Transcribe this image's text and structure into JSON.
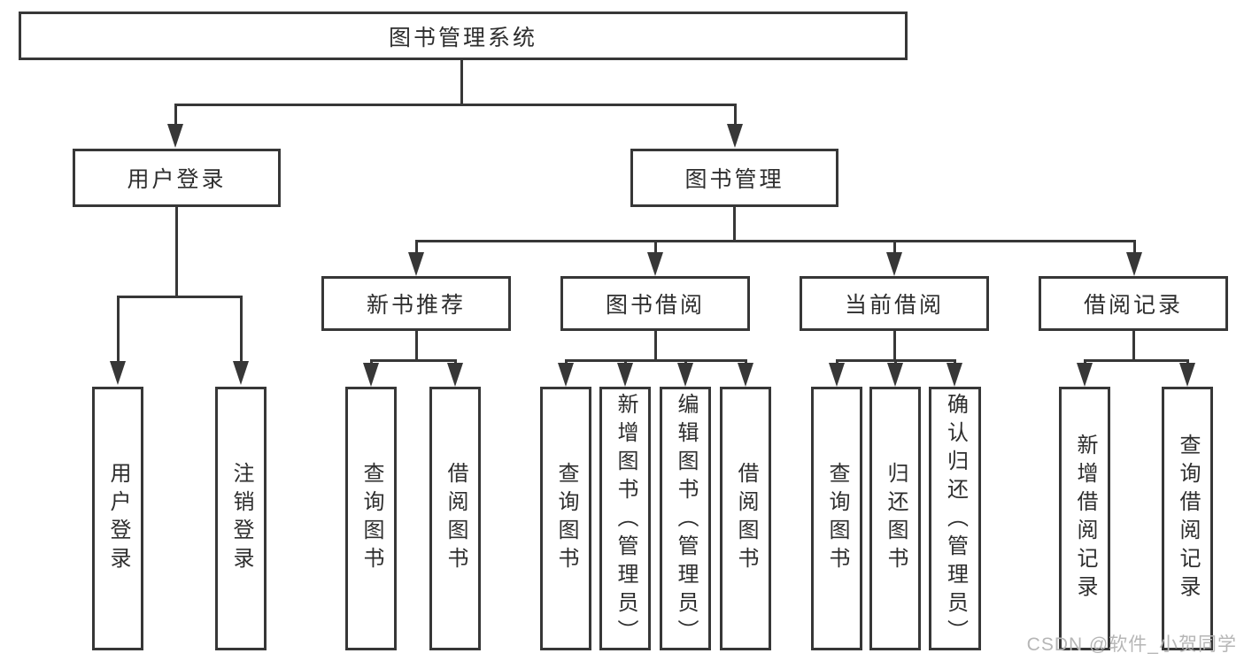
{
  "diagram": {
    "root": {
      "label": "图书管理系统"
    },
    "level2": {
      "user_login": {
        "label": "用户登录"
      },
      "book_mgmt": {
        "label": "图书管理"
      }
    },
    "level3": {
      "new_book": {
        "label": "新书推荐"
      },
      "book_borrow": {
        "label": "图书借阅"
      },
      "current_borrow": {
        "label": "当前借阅"
      },
      "borrow_records": {
        "label": "借阅记录"
      }
    },
    "leaves": {
      "user_login": [
        {
          "label": "用户登录"
        },
        {
          "label": "注销登录"
        }
      ],
      "new_book": [
        {
          "label": "查询图书"
        },
        {
          "label": "借阅图书"
        }
      ],
      "book_borrow": [
        {
          "label": "查询图书"
        },
        {
          "label": "新增图书（管理员）"
        },
        {
          "label": "编辑图书（管理员）"
        },
        {
          "label": "借阅图书"
        }
      ],
      "current_borrow": [
        {
          "label": "查询图书"
        },
        {
          "label": "归还图书"
        },
        {
          "label": "确认归还（管理员）"
        }
      ],
      "borrow_records": [
        {
          "label": "新增借阅记录"
        },
        {
          "label": "查询借阅记录"
        }
      ]
    },
    "watermark": "CSDN @软件_小贺同学",
    "colors": {
      "line": "#373737",
      "text": "#2e2e2e",
      "watermark": "#b6b6b6",
      "background": "#ffffff"
    }
  }
}
